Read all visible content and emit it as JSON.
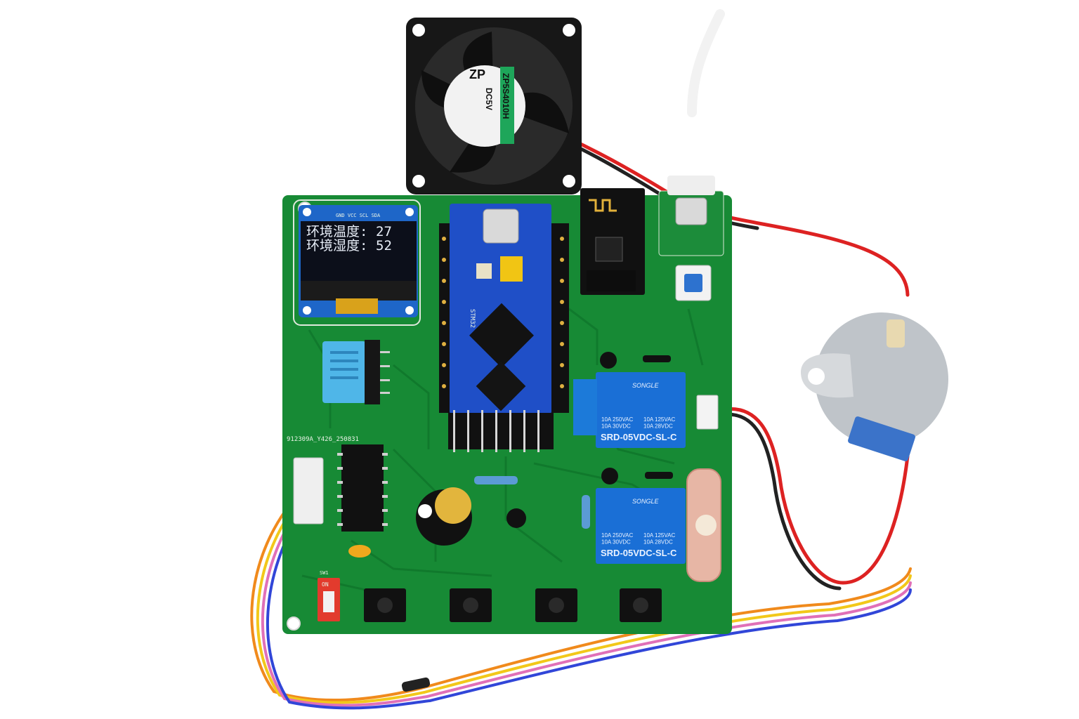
{
  "oled": {
    "header": "GND VCC SCL SDA",
    "line1_label": "环境温度:",
    "line1_value": "27",
    "line2_label": "环境湿度:",
    "line2_value": "52"
  },
  "fan": {
    "brand": "ZP",
    "model": "ZP5S4010H",
    "rating": "DC5V"
  },
  "relays": [
    {
      "brand": "SONGLE",
      "model": "SRD-05VDC-SL-C",
      "rating_left": "10A 250VAC\n10A 30VDC",
      "rating_right": "10A 125VAC\n10A 28VDC"
    },
    {
      "brand": "SONGLE",
      "model": "SRD-05VDC-SL-C",
      "rating_left": "10A 250VAC\n10A 30VDC",
      "rating_right": "10A 125VAC\n10A 28VDC"
    }
  ],
  "board": {
    "silkscreen_id": "912309A_Y426_250831",
    "mcu_label": "STM32",
    "switch_label": "ON",
    "switch_ref": "SW1"
  },
  "colors": {
    "pcb": "#178a35",
    "relay": "#1a6fd6",
    "mcu_board": "#1f4fc7",
    "sensor": "#4fb6e8",
    "fan": "#171717"
  }
}
